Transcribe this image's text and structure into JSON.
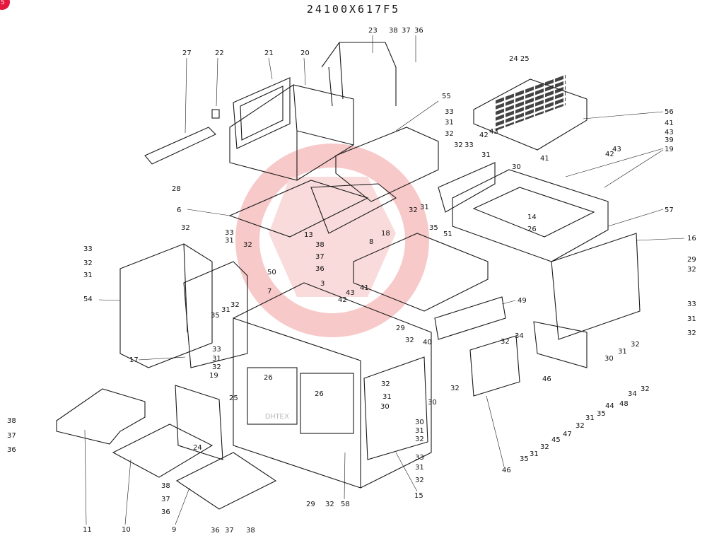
{
  "document_code": "24100X617F5",
  "corner_badge": "5",
  "watermark_text": "DHTEX",
  "colors": {
    "ink": "#1a1a1a",
    "watermark": "#f08a8a",
    "badge": "#e5173f"
  },
  "callouts": {
    "c27": "27",
    "c22": "22",
    "c21": "21",
    "c20": "20",
    "c23": "23",
    "c38a": "38",
    "c37a": "37",
    "c36a": "36",
    "c2425": "24 25",
    "c55": "55",
    "c33a": "33",
    "c31a": "31",
    "c32a": "32",
    "c56": "56",
    "c41a": "41",
    "c43a": "43",
    "c39": "39",
    "c19a": "19",
    "c42a": "42",
    "c43b": "43",
    "c43c": "43",
    "c41b": "41",
    "c42b": "42",
    "c32b": "32",
    "c33b": "33",
    "c31b": "31",
    "c30a": "30",
    "c28": "28",
    "c6": "6",
    "c32c": "32",
    "c33c": "33",
    "c31c": "31",
    "c32d": "32",
    "c13": "13",
    "c8": "8",
    "c18": "18",
    "c32e": "32",
    "c31d": "31",
    "c35a": "35",
    "c51": "51",
    "c14": "14",
    "c26a": "26",
    "c57": "57",
    "c16": "16",
    "c33d": "33",
    "c32f": "32",
    "c31e": "31",
    "c50": "50",
    "c38b": "38",
    "c37b": "37",
    "c36b": "36",
    "c3": "3",
    "c29a": "29",
    "c32g": "32",
    "c54": "54",
    "c7": "7",
    "c43d": "43",
    "c42c": "42",
    "c41c": "41",
    "c35b": "35",
    "c31f": "31",
    "c32h": "32",
    "c49": "49",
    "c29b": "29",
    "c32i": "32",
    "c40": "40",
    "c33e": "33",
    "c31g": "31",
    "c32j": "32",
    "c30b": "30",
    "c31h": "31",
    "c32k": "32",
    "c17": "17",
    "c33f": "33",
    "c31i": "31",
    "c32l": "32",
    "c34a": "34",
    "c32m": "32",
    "c46a": "46",
    "c34b": "34",
    "c32n": "32",
    "c48": "48",
    "c44": "44",
    "c35c": "35",
    "c31j": "31",
    "c32o": "32",
    "c26b": "26",
    "c26c": "26",
    "c19b": "19",
    "c25": "25",
    "c24": "24",
    "c32p": "32",
    "c31k": "31",
    "c30c": "30",
    "c32q": "32",
    "c30d": "30",
    "c30e": "30",
    "c31l": "31",
    "c32r": "32",
    "c33g": "33",
    "c31m": "31",
    "c32s": "32",
    "c47": "47",
    "c45": "45",
    "c32t": "32",
    "c31n": "31",
    "c35d": "35",
    "c46b": "46",
    "c15": "15",
    "c58": "58",
    "c29c": "29",
    "c32u": "32",
    "c38c": "38",
    "c37c": "37",
    "c36c": "36",
    "c38d": "38",
    "c37d": "37",
    "c36d": "36",
    "c36e": "36",
    "c37e": "37",
    "c38e": "38",
    "c11": "11",
    "c10": "10",
    "c9": "9"
  }
}
